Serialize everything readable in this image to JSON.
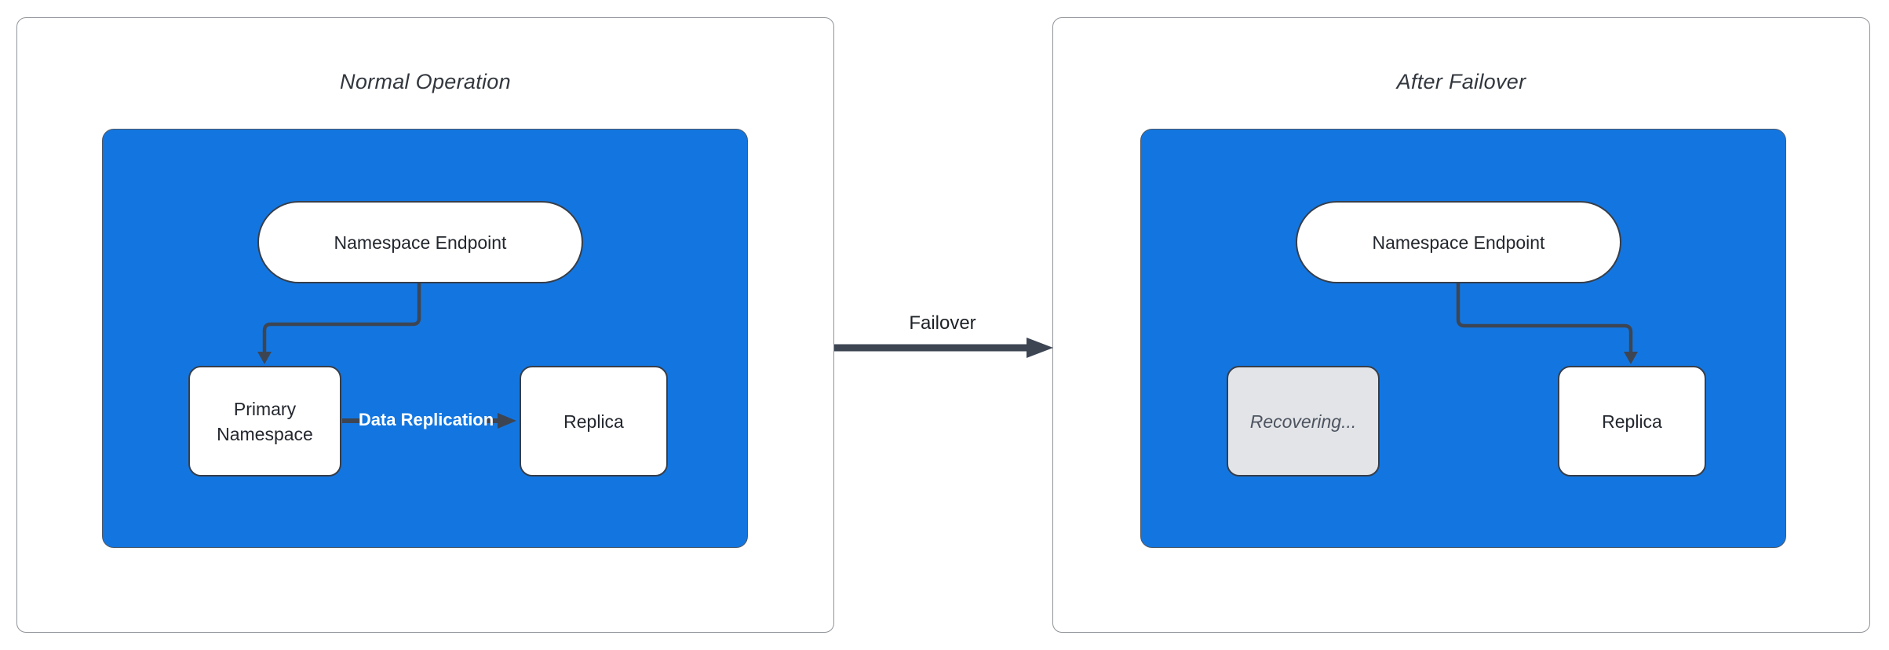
{
  "diagram": {
    "colors": {
      "page_bg": "#FFFFFF",
      "panel_border": "#8F9398",
      "container_fill": "#1376E0",
      "container_border": "#4E5866",
      "node_border": "#363E4A",
      "node_text": "#23272E",
      "title_text": "#32373E",
      "arrow": "#3D4553",
      "edge_label_text": "#FFFFFF",
      "transition_text": "#1D2126",
      "recovering_fill": "#E2E4E7",
      "recovering_text": "#4D5460"
    },
    "panels": [
      {
        "title": "Normal Operation",
        "nodes": {
          "endpoint": "Namespace Endpoint",
          "primary": "Primary Namespace",
          "replica": "Replica"
        },
        "edges": {
          "replication_label": "Data Replication"
        }
      },
      {
        "title": "After Failover",
        "nodes": {
          "endpoint": "Namespace Endpoint",
          "recovering": "Recovering...",
          "replica": "Replica"
        }
      }
    ],
    "transition": {
      "label": "Failover"
    }
  }
}
